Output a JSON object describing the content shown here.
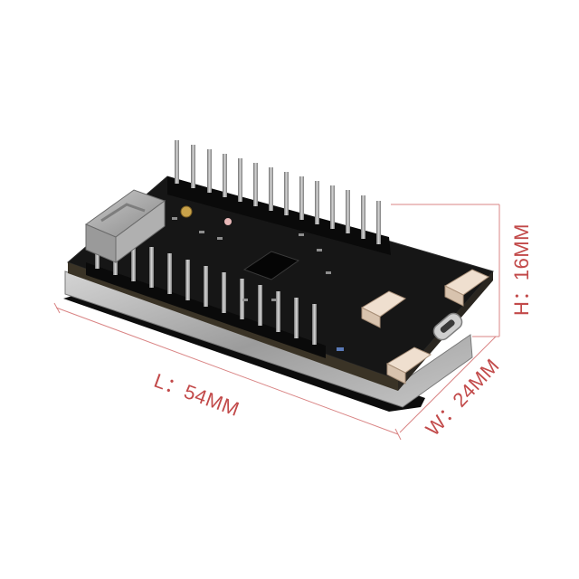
{
  "dimensions": {
    "height_label": "H：16MM",
    "length_label": "L：54MM",
    "width_label": "W：24MM"
  },
  "colors": {
    "dimension_line": "#d98484",
    "dimension_text": "#c24a4a",
    "board": "#141414",
    "pins": "#9a9a9a",
    "connectors": "#e9d7c5",
    "acrylic": "#b9b9b9"
  },
  "icons": [
    "wifi-shield",
    "usb-c-port",
    "jst-connector"
  ]
}
